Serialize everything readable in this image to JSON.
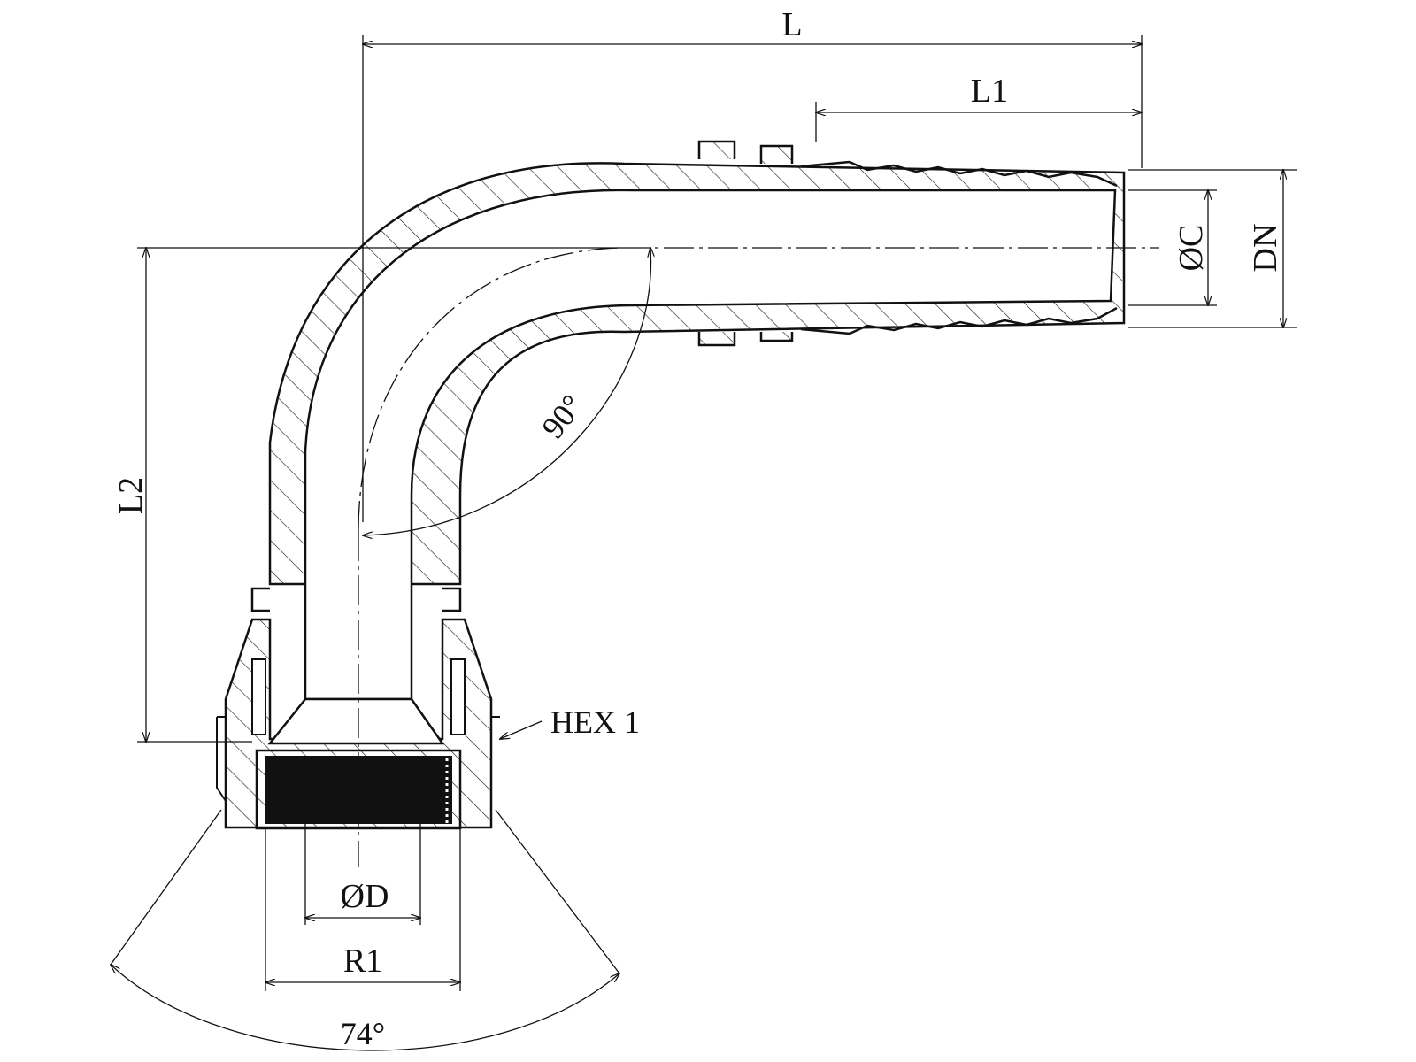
{
  "drawing": {
    "labels": {
      "length_total": "L",
      "length_tail": "L1",
      "length_drop": "L2",
      "bore_diameter": "ØC",
      "nominal_size": "DN",
      "bend_angle": "90°",
      "hex_size": "HEX 1",
      "seat_diameter": "ØD",
      "thread_size": "R1",
      "cone_angle": "74°"
    },
    "colors": {
      "line": "#111111",
      "thread_fill": "#111111",
      "background": "#ffffff"
    }
  }
}
